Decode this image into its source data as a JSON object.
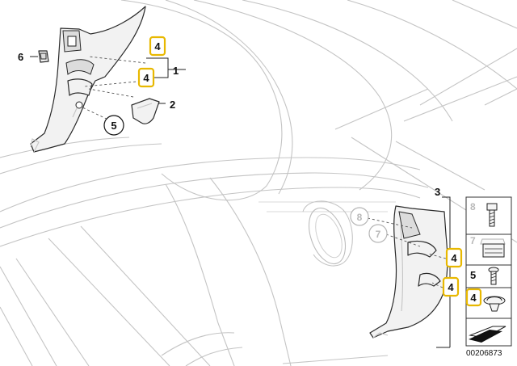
{
  "callouts": {
    "p1": "1",
    "p2": "2",
    "p3": "3",
    "p4": "4",
    "p5": "5",
    "p6": "6",
    "p7": "7",
    "p8": "8"
  },
  "legend": {
    "row8": "8",
    "row7": "7",
    "row5": "5",
    "row4": "4"
  },
  "figure_number": "00206873",
  "colors": {
    "highlight": "#e8b800",
    "outline": "#2a2a2a",
    "background_lines": "#c4c4c4"
  }
}
